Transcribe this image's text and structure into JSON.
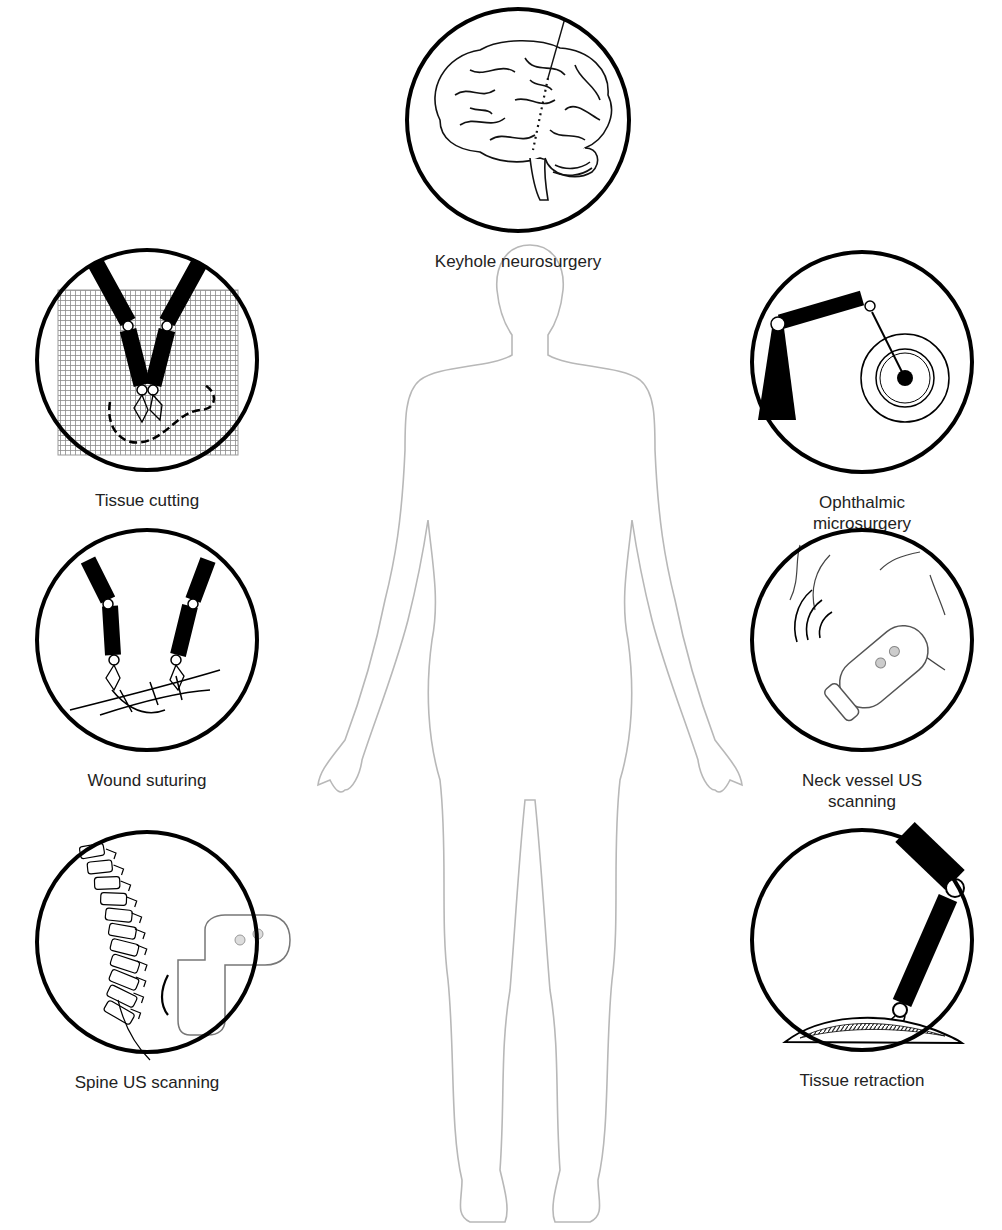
{
  "diagram": {
    "nodes": [
      {
        "text": [
          "Keyhole neurosurgery"
        ]
      },
      {
        "text": [
          "Tissue cutting"
        ]
      },
      {
        "text": [
          "Ophthalmic microsurgery"
        ]
      },
      {
        "text": [
          "Wound suturing"
        ]
      },
      {
        "text": [
          "Neck vessel US scanning"
        ]
      },
      {
        "text": [
          "Spine US scanning"
        ]
      },
      {
        "text": [
          "Tissue retraction"
        ]
      }
    ]
  }
}
